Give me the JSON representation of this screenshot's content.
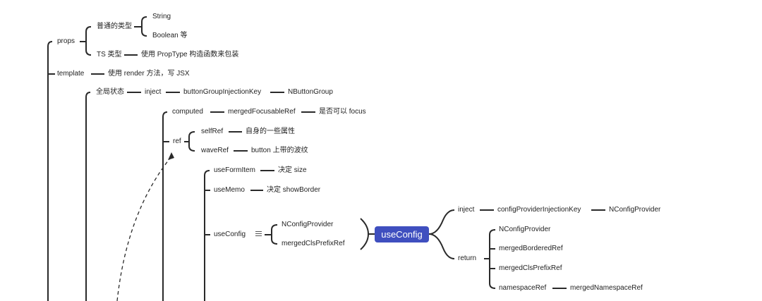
{
  "nodes": {
    "props": "props",
    "props_common": "普通的类型",
    "string": "String",
    "boolean": "Boolean 等",
    "ts_type": "TS 类型",
    "proptype": "使用 PropType 构造函数来包装",
    "template": "template",
    "render": "使用 render 方法，写 JSX",
    "global_state": "全局状态",
    "inject": "inject",
    "button_group_key": "buttonGroupInjectionKey",
    "nbutton_group": "NButtonGroup",
    "computed": "computed",
    "merged_focusable": "mergedFocusableRef",
    "is_focus": "是否可以 focus",
    "ref": "ref",
    "self_ref": "selfRef",
    "self_props": "自身的一些属性",
    "wave_ref": "waveRef",
    "wave_desc": "button 上带的波纹",
    "use_form_item": "useFormItem",
    "decide_size": "决定 size",
    "use_memo": "useMemo",
    "decide_border": "决定 showBorder",
    "use_config": "useConfig",
    "config_provider_a": "NConfigProvider",
    "merged_cls_a": "mergedClsPrefixRef",
    "use_config_focus": "useConfig",
    "inject2": "inject",
    "config_key": "configProviderInjectionKey",
    "config_provider_b": "NConfigProvider",
    "return": "return",
    "config_provider_c": "NConfigProvider",
    "merged_bordered": "mergedBorderedRef",
    "merged_cls_b": "mergedClsPrefixRef",
    "namespace_ref": "namespaceRef",
    "merged_namespace": "mergedNamespaceRef"
  },
  "colors": {
    "line": "#2a2a2a",
    "focus_bg": "#3f4fbf",
    "focus_text": "#ffffff"
  },
  "icons": {
    "summary": "equals-summary-icon"
  }
}
